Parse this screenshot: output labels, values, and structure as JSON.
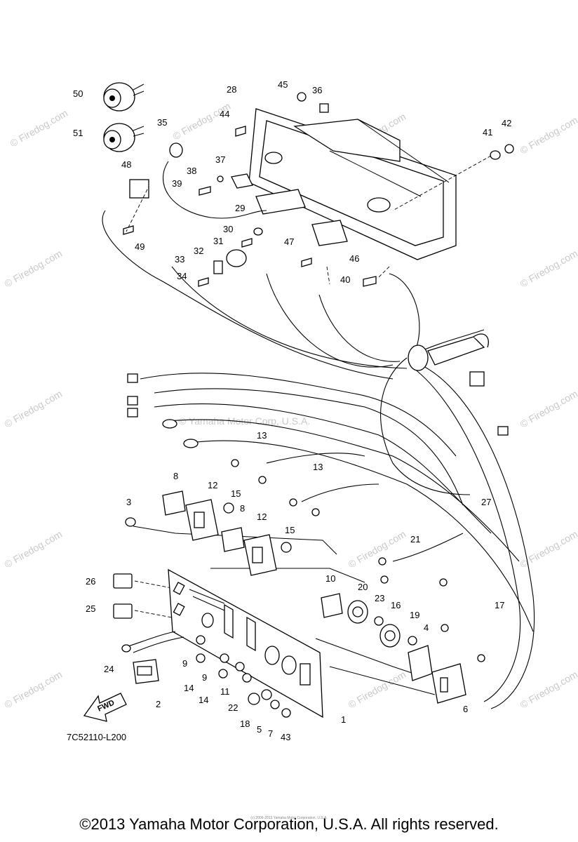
{
  "diagram": {
    "callouts": [
      "50",
      "51",
      "28",
      "45",
      "36",
      "44",
      "35",
      "41",
      "42",
      "48",
      "37",
      "38",
      "39",
      "29",
      "30",
      "31",
      "32",
      "33",
      "34",
      "49",
      "47",
      "46",
      "40",
      "13",
      "13",
      "27",
      "8",
      "12",
      "15",
      "3",
      "8",
      "12",
      "15",
      "21",
      "26",
      "10",
      "20",
      "23",
      "16",
      "19",
      "4",
      "17",
      "25",
      "24",
      "9",
      "14",
      "9",
      "14",
      "11",
      "22",
      "18",
      "5",
      "7",
      "43",
      "1",
      "6",
      "2"
    ],
    "part_code": "7C52110-L200",
    "fwd_label": "FWD",
    "watermark_small": "© Firedog.com",
    "watermark_center": "© Yamaha Motor Corp, U.S.A.",
    "tiny_copyright": "(c) 2006-2013 Yamaha Motor Corporation, U.S.A.",
    "copyright": "©2013 Yamaha Motor Corporation, U.S.A. All rights reserved."
  }
}
